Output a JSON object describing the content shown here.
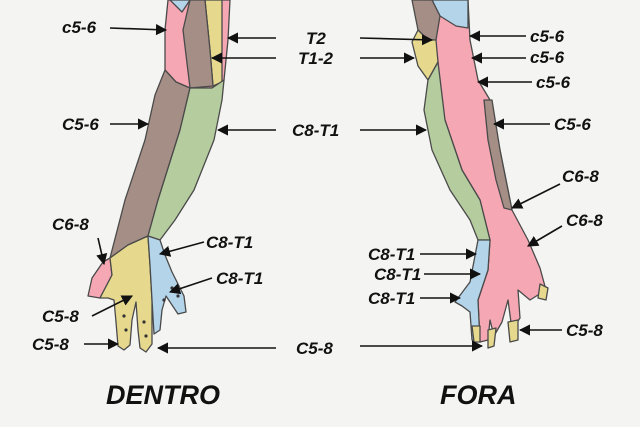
{
  "colors": {
    "pink": "#f6a7b4",
    "brown": "#a58e86",
    "green": "#b5cd9e",
    "yellow": "#e6d98e",
    "blue": "#b4d4ea",
    "background": "#f4f4f2"
  },
  "titles": {
    "left": "DENTRO",
    "right": "FORA"
  },
  "left_arm": {
    "labels": {
      "c56_top": "c5-6",
      "c56_mid": "C5-6",
      "c68": "C6-8",
      "c58_a": "C5-8",
      "c58_b": "C5-8",
      "c8t1_hand": "C8-T1",
      "c8t1_finger": "C8-T1"
    }
  },
  "center_labels": {
    "t2": "T2",
    "t12": "T1-2",
    "c8t1": "C8-T1",
    "c58": "C5-8"
  },
  "right_arm": {
    "labels": {
      "c56_a": "c5-6",
      "c56_b": "c5-6",
      "c56_c": "c5-6",
      "c56_d": "C5-6",
      "c68_a": "C6-8",
      "c68_b": "C6-8",
      "c8t1_a": "C8-T1",
      "c8t1_b": "C8-T1",
      "c8t1_c": "C8-T1",
      "c58": "C5-8"
    }
  }
}
